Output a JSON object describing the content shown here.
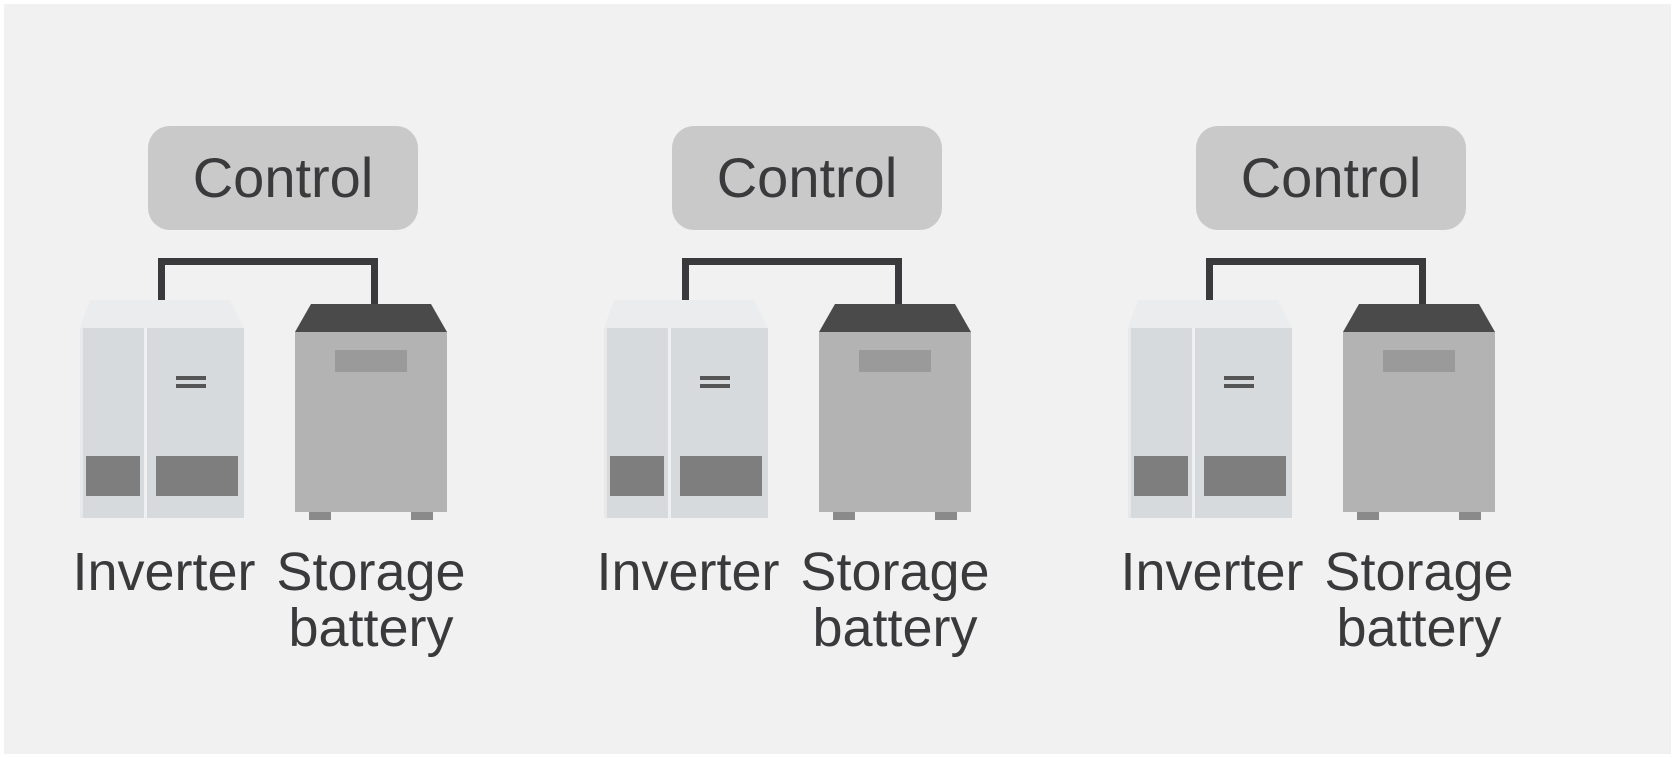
{
  "groups": [
    {
      "control_label": "Control",
      "inverter_label": "Inverter",
      "battery_label_line1": "Storage",
      "battery_label_line2": "battery"
    },
    {
      "control_label": "Control",
      "inverter_label": "Inverter",
      "battery_label_line1": "Storage",
      "battery_label_line2": "battery"
    },
    {
      "control_label": "Control",
      "inverter_label": "Inverter",
      "battery_label_line1": "Storage",
      "battery_label_line2": "battery"
    }
  ],
  "colors": {
    "background": "#f1f1f1",
    "control_box": "#c9c9c9",
    "wire": "#3a3a3c",
    "inverter_body": "#d7dadd",
    "battery_body": "#b3b3b3",
    "battery_top": "#4a4a4a",
    "text": "#3a3a3c"
  }
}
